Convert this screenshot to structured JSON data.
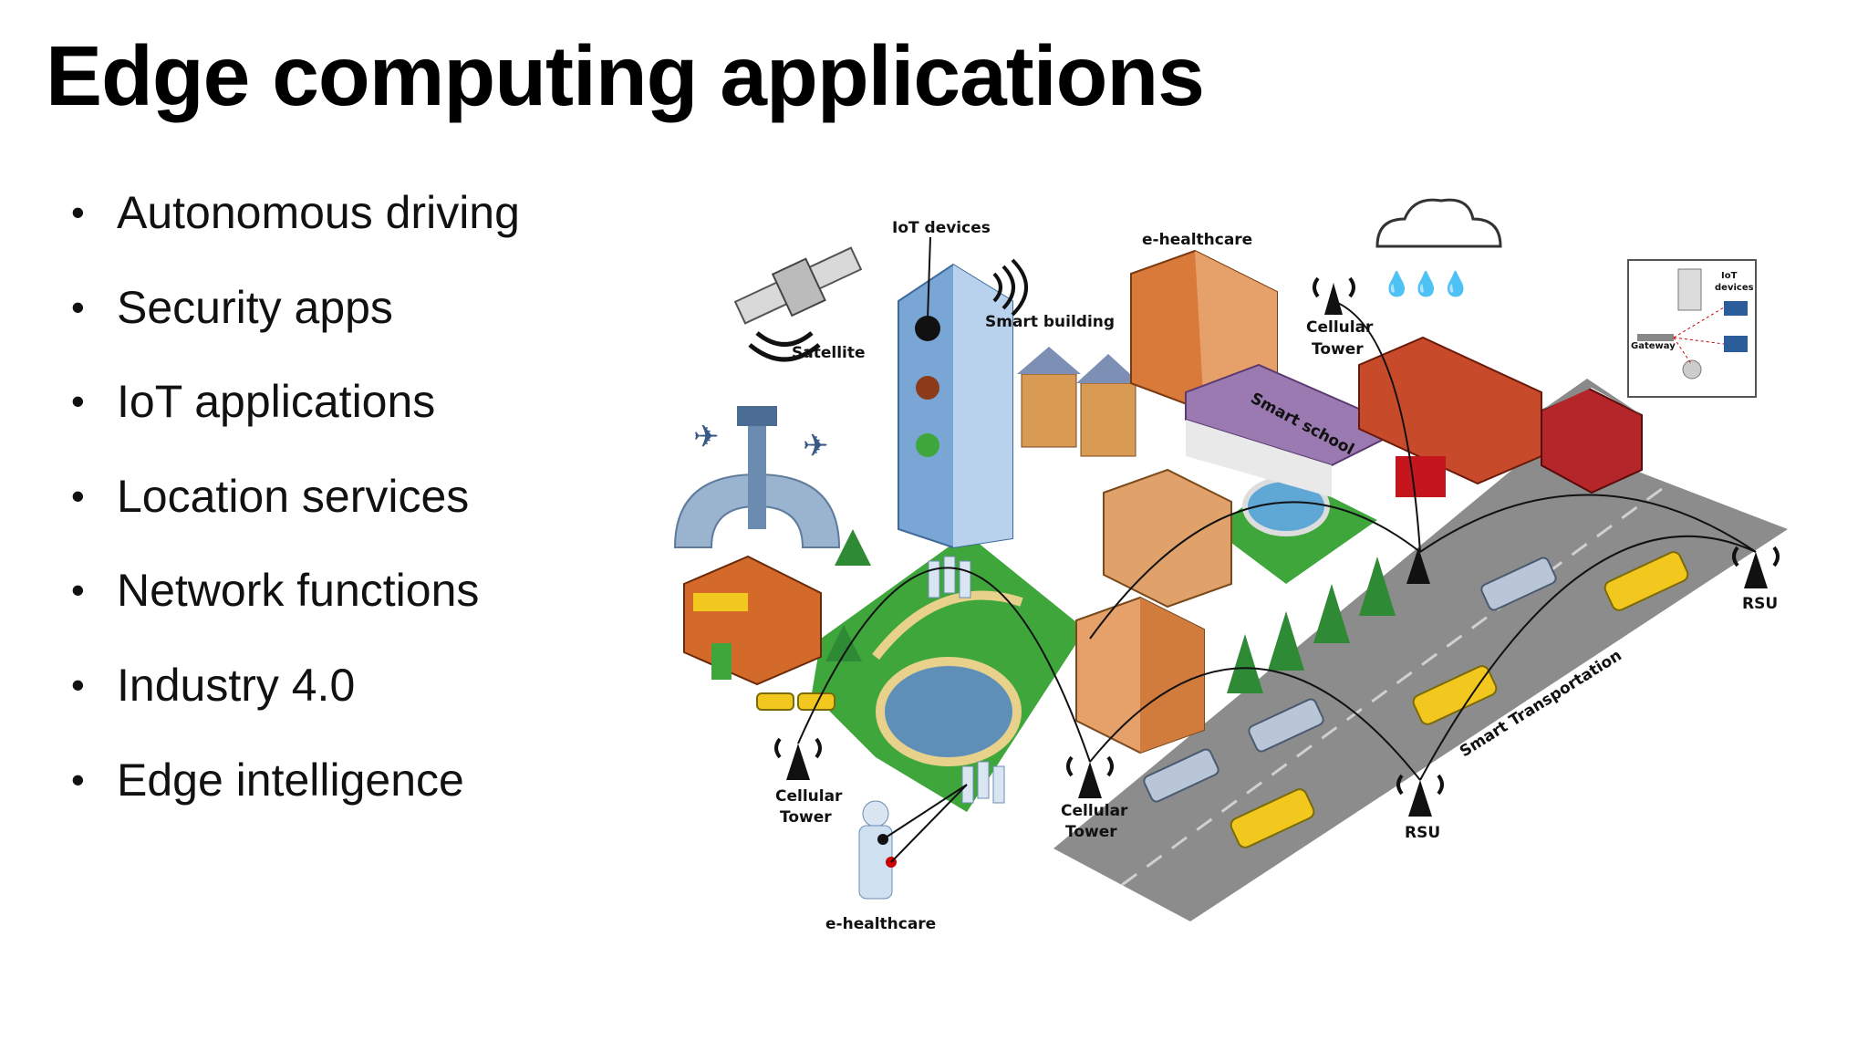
{
  "slide": {
    "title": "Edge computing applications",
    "bullets": [
      "Autonomous driving",
      "Security apps",
      "IoT applications",
      "Location services",
      "Network functions",
      "Industry 4.0",
      "Edge intelligence"
    ],
    "bullet_symbol": "•"
  },
  "illustration": {
    "labels": {
      "iot_devices": "IoT devices",
      "e_healthcare_top": "e-healthcare",
      "smart_building": "Smart building",
      "satellite": "Satellite",
      "cellular_tower_top_1": "Cellular",
      "cellular_tower_top_2": "Tower",
      "smart_school": "Smart school",
      "cellular_tower_left_1": "Cellular",
      "cellular_tower_left_2": "Tower",
      "cellular_tower_mid_1": "Cellular",
      "cellular_tower_mid_2": "Tower",
      "rsu_bottom": "RSU",
      "rsu_right": "RSU",
      "smart_transportation": "Smart Transportation",
      "e_healthcare_bottom": "e-healthcare",
      "inset_iot_devices_1": "IoT",
      "inset_iot_devices_2": "devices",
      "inset_gateway": "Gateway"
    },
    "colors": {
      "road": "#8c8c8c",
      "grass": "#3ea63a",
      "building_blue": "#7aa6d6",
      "building_orange": "#d9793a",
      "taxi": "#f2c81f",
      "bus": "#b8c6d8"
    }
  }
}
